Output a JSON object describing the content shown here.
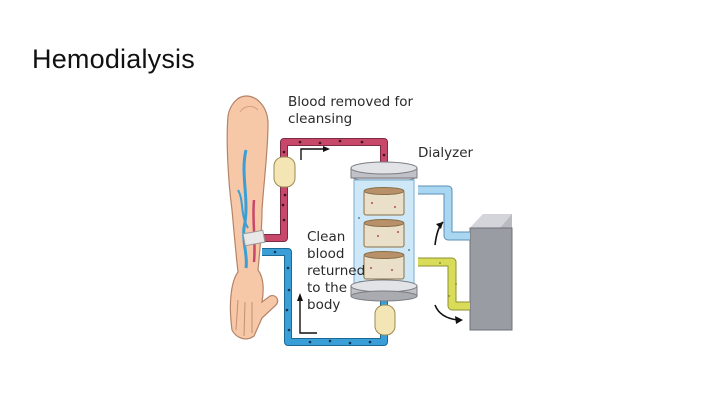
{
  "slide": {
    "title": "Hemodialysis"
  },
  "diagram": {
    "labels": {
      "removed_line1": "Blood removed for",
      "removed_line2": "cleansing",
      "dialyzer": "Dialyzer",
      "clean_line1": "Clean",
      "clean_line2": "blood",
      "clean_line3": "returned",
      "clean_line4": "to the",
      "clean_line5": "body"
    },
    "colors": {
      "dirty_blood_tube": "#c7486a",
      "clean_blood_tube": "#3a9fd6",
      "dialysate_in_tube": "#a9d7f2",
      "dialysate_out_tube": "#d8dc58",
      "machine": "#9a9ca4",
      "skin": "#f6c8a8"
    }
  }
}
